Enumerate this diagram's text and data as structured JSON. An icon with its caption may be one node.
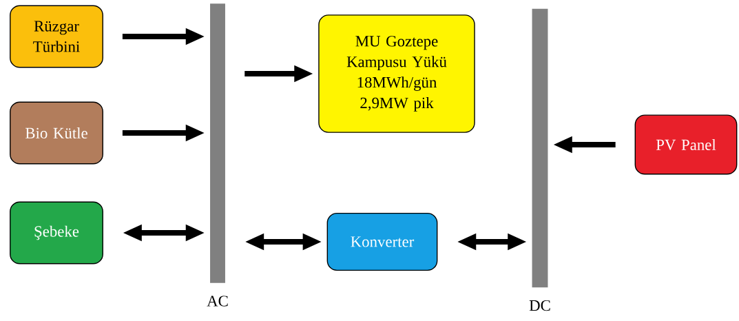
{
  "diagram": {
    "nodes": [
      {
        "text": [
          "Rüzgar Türbini"
        ]
      },
      {
        "text": [
          "Bio Kütle"
        ]
      },
      {
        "text": [
          "Şebeke"
        ]
      },
      {
        "text": [
          "AC"
        ]
      },
      {
        "text": [
          "MU Goztepe Kampusu Yükü",
          "18MWh/gün",
          "2,9MW pik"
        ]
      },
      {
        "text": [
          "Konverter"
        ]
      },
      {
        "text": [
          "DC"
        ]
      },
      {
        "text": [
          "PV Panel"
        ]
      }
    ],
    "edges": [
      {
        "from": 0,
        "to": 3,
        "arrow": "to"
      },
      {
        "from": 1,
        "to": 3,
        "arrow": "to"
      },
      {
        "from": 2,
        "to": 3,
        "arrow": "both"
      },
      {
        "from": 3,
        "to": 4,
        "arrow": "to"
      },
      {
        "from": 3,
        "to": 5,
        "arrow": "both"
      },
      {
        "from": 5,
        "to": 6,
        "arrow": "both"
      },
      {
        "from": 7,
        "to": 6,
        "arrow": "to"
      }
    ]
  }
}
